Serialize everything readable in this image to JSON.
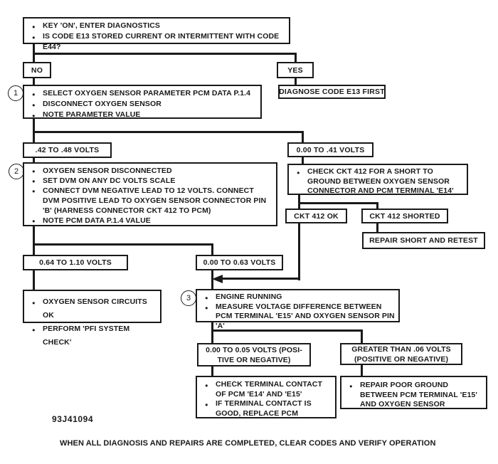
{
  "figure_id": "93J41094",
  "footer_note": "WHEN ALL DIAGNOSIS AND REPAIRS ARE COMPLETED, CLEAR CODES AND VERIFY OPERATION",
  "colors": {
    "ink": "#1a1a1a",
    "paper": "#ffffff"
  },
  "step_markers": {
    "one": "1",
    "two": "2",
    "three": "3"
  },
  "nodes": {
    "start": {
      "bullets": [
        "KEY 'ON', ENTER DIAGNOSTICS",
        "IS CODE E13 STORED CURRENT OR INTERMITTENT WITH CODE E44?"
      ]
    },
    "branch_no": {
      "label": "NO"
    },
    "branch_yes": {
      "label": "YES"
    },
    "step1": {
      "bullets": [
        "SELECT OXYGEN SENSOR PARAMETER PCM DATA P.1.4",
        "DISCONNECT OXYGEN SENSOR",
        "NOTE PARAMETER VALUE"
      ]
    },
    "diagnose_e13": {
      "label": "DIAGNOSE CODE E13 FIRST"
    },
    "volts_42_48": {
      "label": ".42 TO .48 VOLTS"
    },
    "volts_000_41": {
      "label": "0.00 TO .41 VOLTS"
    },
    "step2": {
      "bullets": [
        "OXYGEN SENSOR DISCONNECTED",
        "SET DVM ON ANY DC VOLTS SCALE",
        "CONNECT DVM NEGATIVE LEAD TO 12 VOLTS. CONNECT DVM POSITIVE LEAD TO OXYGEN SENSOR CONNECTOR PIN 'B' (HARNESS CONNECTOR CKT 412 TO PCM)",
        "NOTE PCM DATA P.1.4 VALUE"
      ]
    },
    "check_ckt412": {
      "bullets": [
        "CHECK CKT 412 FOR A SHORT TO GROUND BETWEEN OXYGEN SENSOR CONNECTOR AND PCM TERMINAL 'E14'"
      ]
    },
    "ckt412_ok": {
      "label": "CKT 412 OK"
    },
    "ckt412_shorted": {
      "label": "CKT 412 SHORTED"
    },
    "repair_short": {
      "label": "REPAIR SHORT AND RETEST"
    },
    "volts_064_110": {
      "label": "0.64 TO 1.10 VOLTS"
    },
    "volts_000_063": {
      "label": "0.00 TO 0.63 VOLTS"
    },
    "sensor_ok": {
      "bullets": [
        "OXYGEN SENSOR CIRCUITS OK",
        "PERFORM 'PFI SYSTEM CHECK'"
      ]
    },
    "step3": {
      "bullets": [
        "ENGINE RUNNING",
        "MEASURE VOLTAGE DIFFERENCE BETWEEN PCM TERMINAL 'E15' AND OXYGEN SENSOR PIN 'A'"
      ]
    },
    "volts_000_005": {
      "lines": [
        "0.00 TO 0.05 VOLTS (POSI-",
        "TIVE OR NEGATIVE)"
      ]
    },
    "volts_gt_006": {
      "lines": [
        "GREATER THAN .06 VOLTS",
        "(POSITIVE OR NEGATIVE)"
      ]
    },
    "check_terminal": {
      "bullets": [
        "CHECK TERMINAL CONTACT OF PCM 'E14' AND 'E15'",
        "IF TERMINAL CONTACT IS GOOD, REPLACE PCM"
      ]
    },
    "repair_ground": {
      "bullets": [
        "REPAIR POOR GROUND BETWEEN PCM TERMINAL 'E15' AND OXYGEN SENSOR"
      ]
    }
  }
}
